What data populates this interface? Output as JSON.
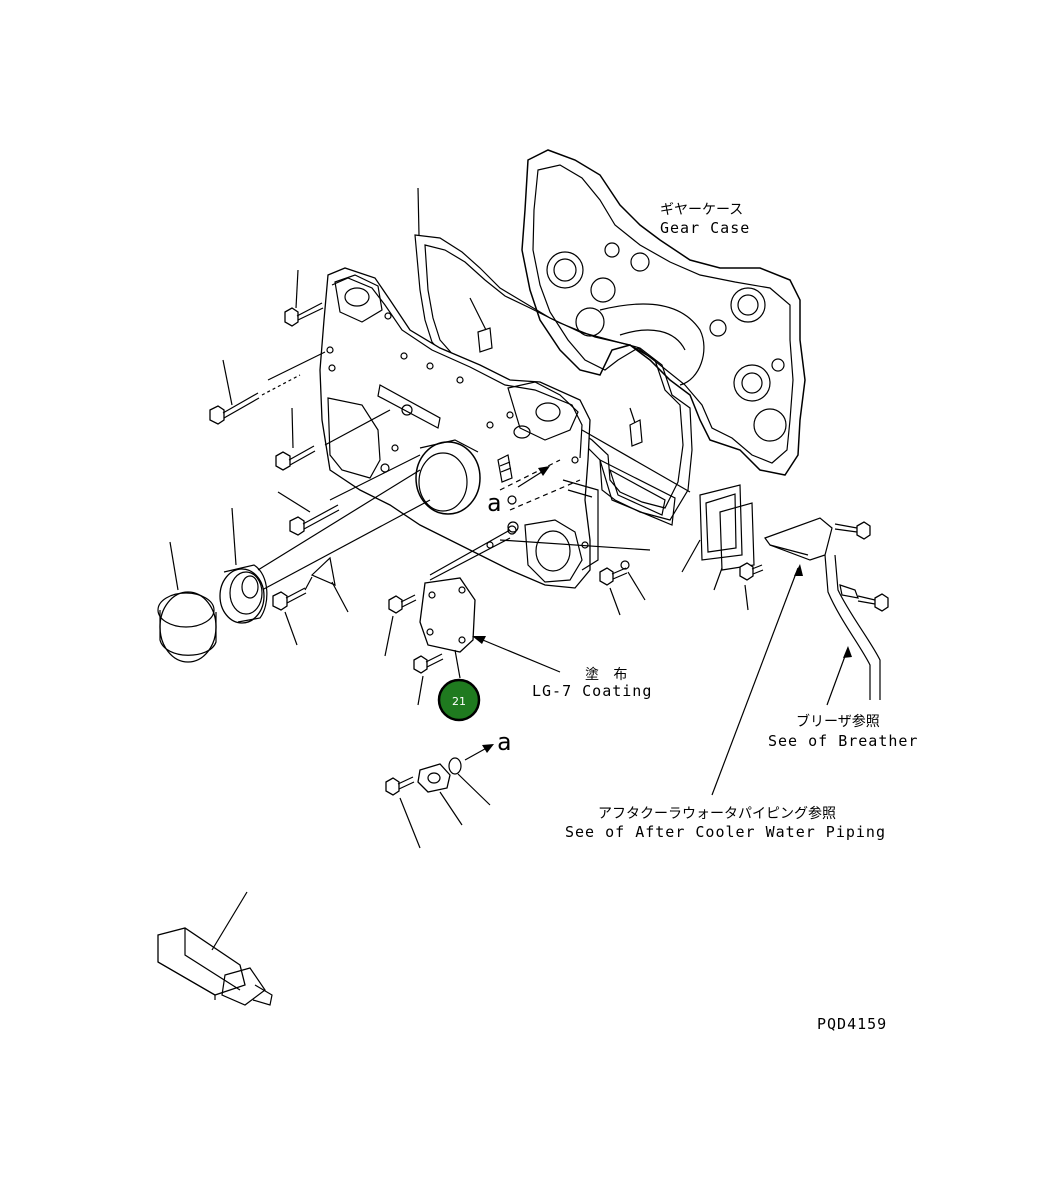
{
  "labels": {
    "gear_case_jp": "ギヤーケース",
    "gear_case_en": "Gear Case",
    "coating_jp": "塗 布",
    "coating_en": "LG-7 Coating",
    "breather_jp": "ブリーザ参照",
    "breather_en": "See of Breather",
    "after_cooler_jp": "アフタクーラウォータパイピング参照",
    "after_cooler_en": "See of After Cooler Water Piping",
    "ref_a_upper": "a",
    "ref_a_lower": "a",
    "drawing_code": "PQD4159"
  },
  "callout": {
    "number": "21",
    "color": "#1f7a1f"
  }
}
